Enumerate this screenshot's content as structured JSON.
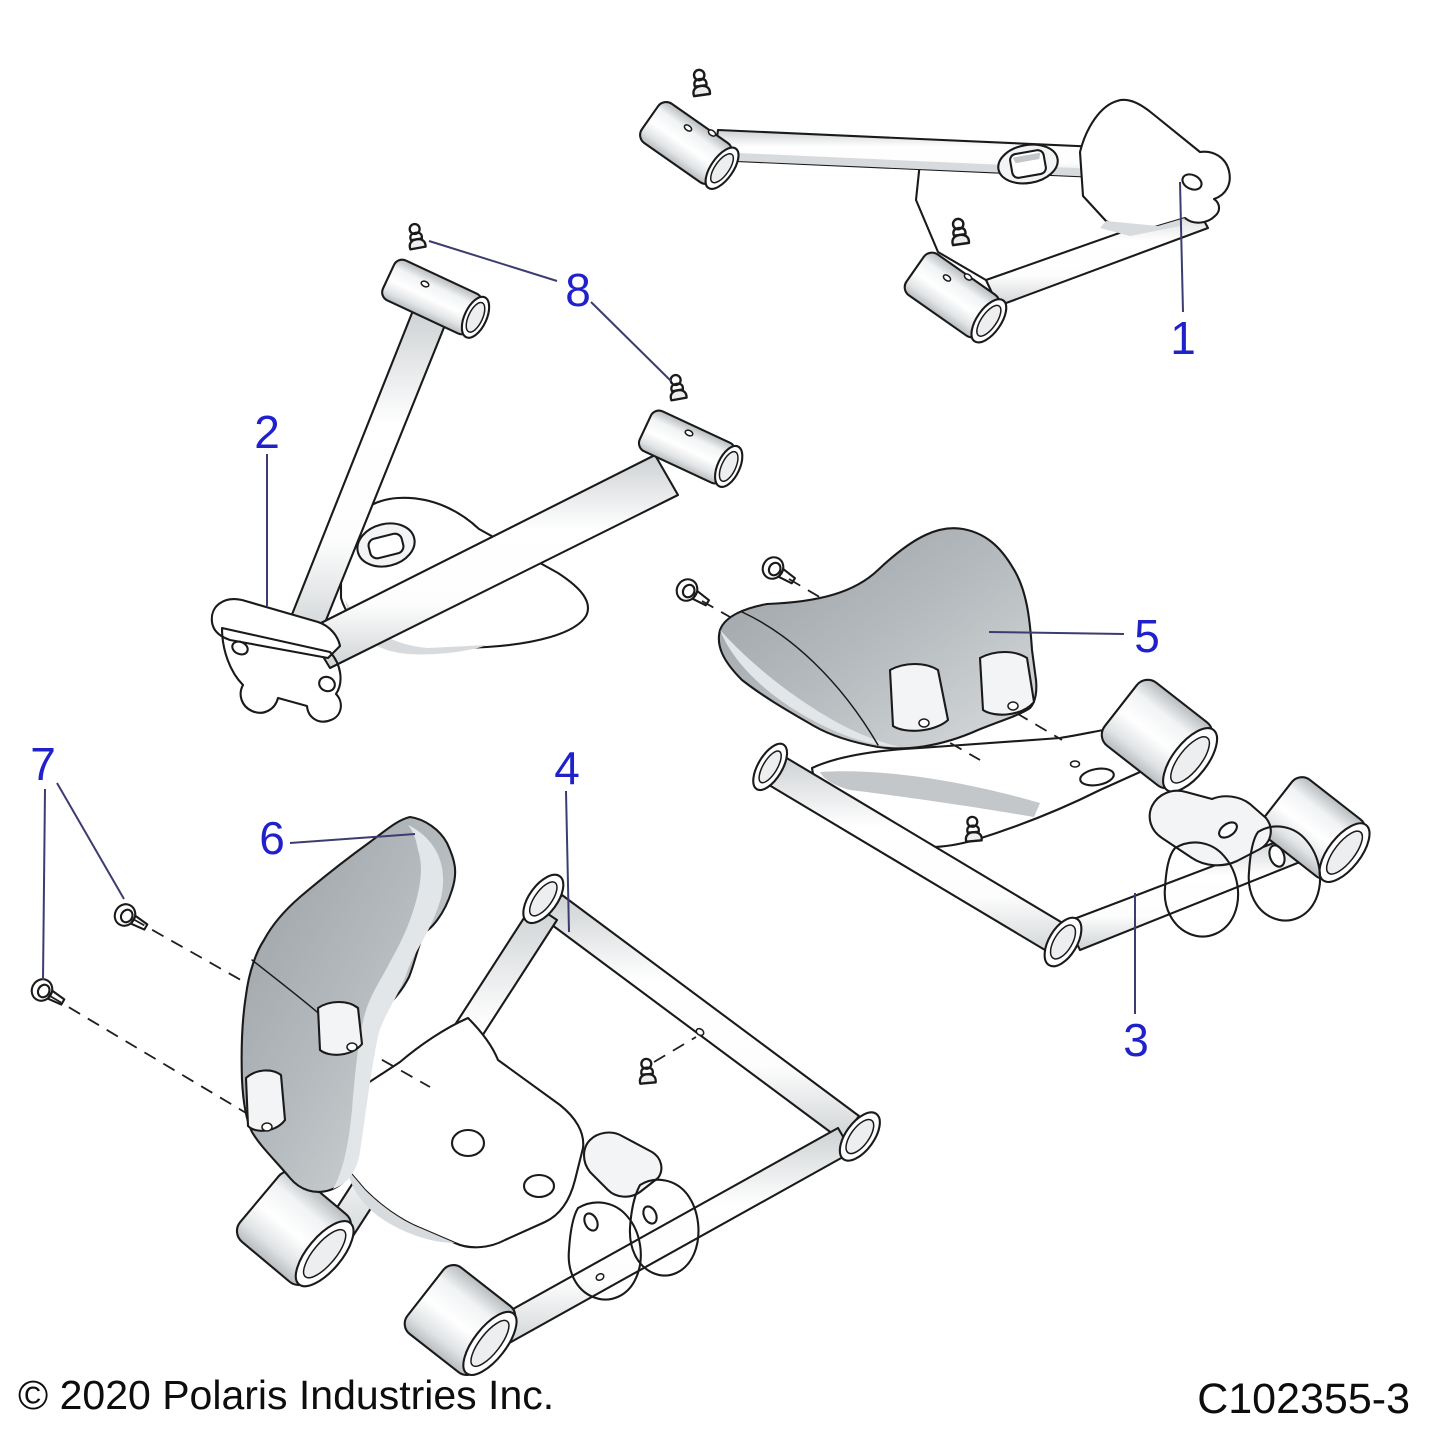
{
  "diagram": {
    "copyright": "© 2020 Polaris Industries Inc.",
    "part_code": "C102355-3",
    "colors": {
      "callout_number": "#2121cc",
      "leader_line": "#3c3c70",
      "outline": "#1a1a1a",
      "guard_gray": "#b0b6ba"
    },
    "callouts": [
      {
        "label": "1",
        "target": "rear-upper-control-arm-right"
      },
      {
        "label": "2",
        "target": "rear-upper-control-arm-left"
      },
      {
        "label": "3",
        "target": "rear-lower-control-arm-right"
      },
      {
        "label": "4",
        "target": "rear-lower-control-arm-left"
      },
      {
        "label": "5",
        "target": "control-arm-guard-right"
      },
      {
        "label": "6",
        "target": "control-arm-guard-left"
      },
      {
        "label": "7",
        "target": "guard-mounting-screws"
      },
      {
        "label": "8",
        "target": "grease-fittings"
      }
    ]
  }
}
